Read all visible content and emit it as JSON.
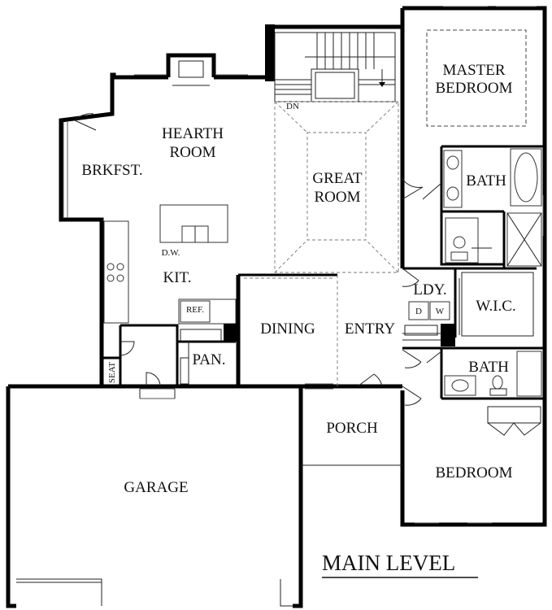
{
  "plan": {
    "title": "MAIN LEVEL",
    "rooms": {
      "master_bedroom_line1": "MASTER",
      "master_bedroom_line2": "BEDROOM",
      "hearth_room_line1": "HEARTH",
      "hearth_room_line2": "ROOM",
      "brkfst": "BRKFST.",
      "great_room_line1": "GREAT",
      "great_room_line2": "ROOM",
      "bath_master": "BATH",
      "kit": "KIT.",
      "ldy": "LDY.",
      "wic": "W.I.C.",
      "dining": "DINING",
      "entry": "ENTRY",
      "pan": "PAN.",
      "bath_hall": "BATH",
      "porch": "PORCH",
      "bedroom": "BEDROOM",
      "garage": "GARAGE"
    },
    "labels": {
      "dn": "DN",
      "dw": "D.W.",
      "ref": "REF.",
      "seat": "SEAT",
      "washer": "W",
      "dryer": "D"
    }
  }
}
